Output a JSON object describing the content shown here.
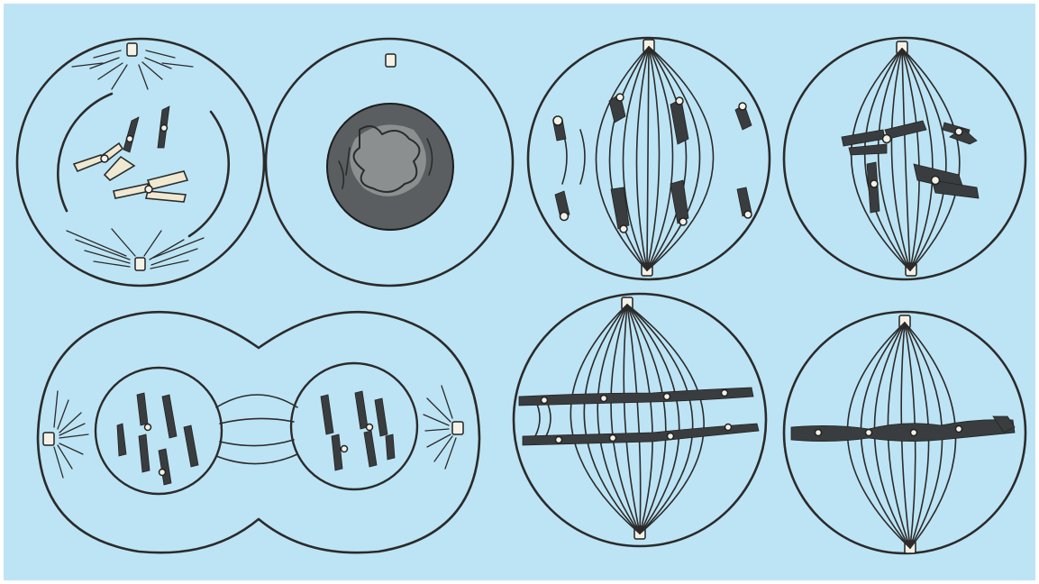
{
  "figure": {
    "background_color": "#bde4f4",
    "ink_color": "#2b2b2b",
    "chromosome_dark": "#3a3d3f",
    "chromosome_pale": "#efe9d2",
    "cells": [
      {
        "name": "cell-early-prophase-with-chromosomes"
      },
      {
        "name": "cell-interphase-nucleus"
      },
      {
        "name": "cell-anaphase-chromatids"
      },
      {
        "name": "cell-prometaphase-chromosomes"
      },
      {
        "name": "cell-telophase-dividing"
      },
      {
        "name": "cell-metaphase-double-plate"
      },
      {
        "name": "cell-metaphase-plate"
      }
    ]
  }
}
